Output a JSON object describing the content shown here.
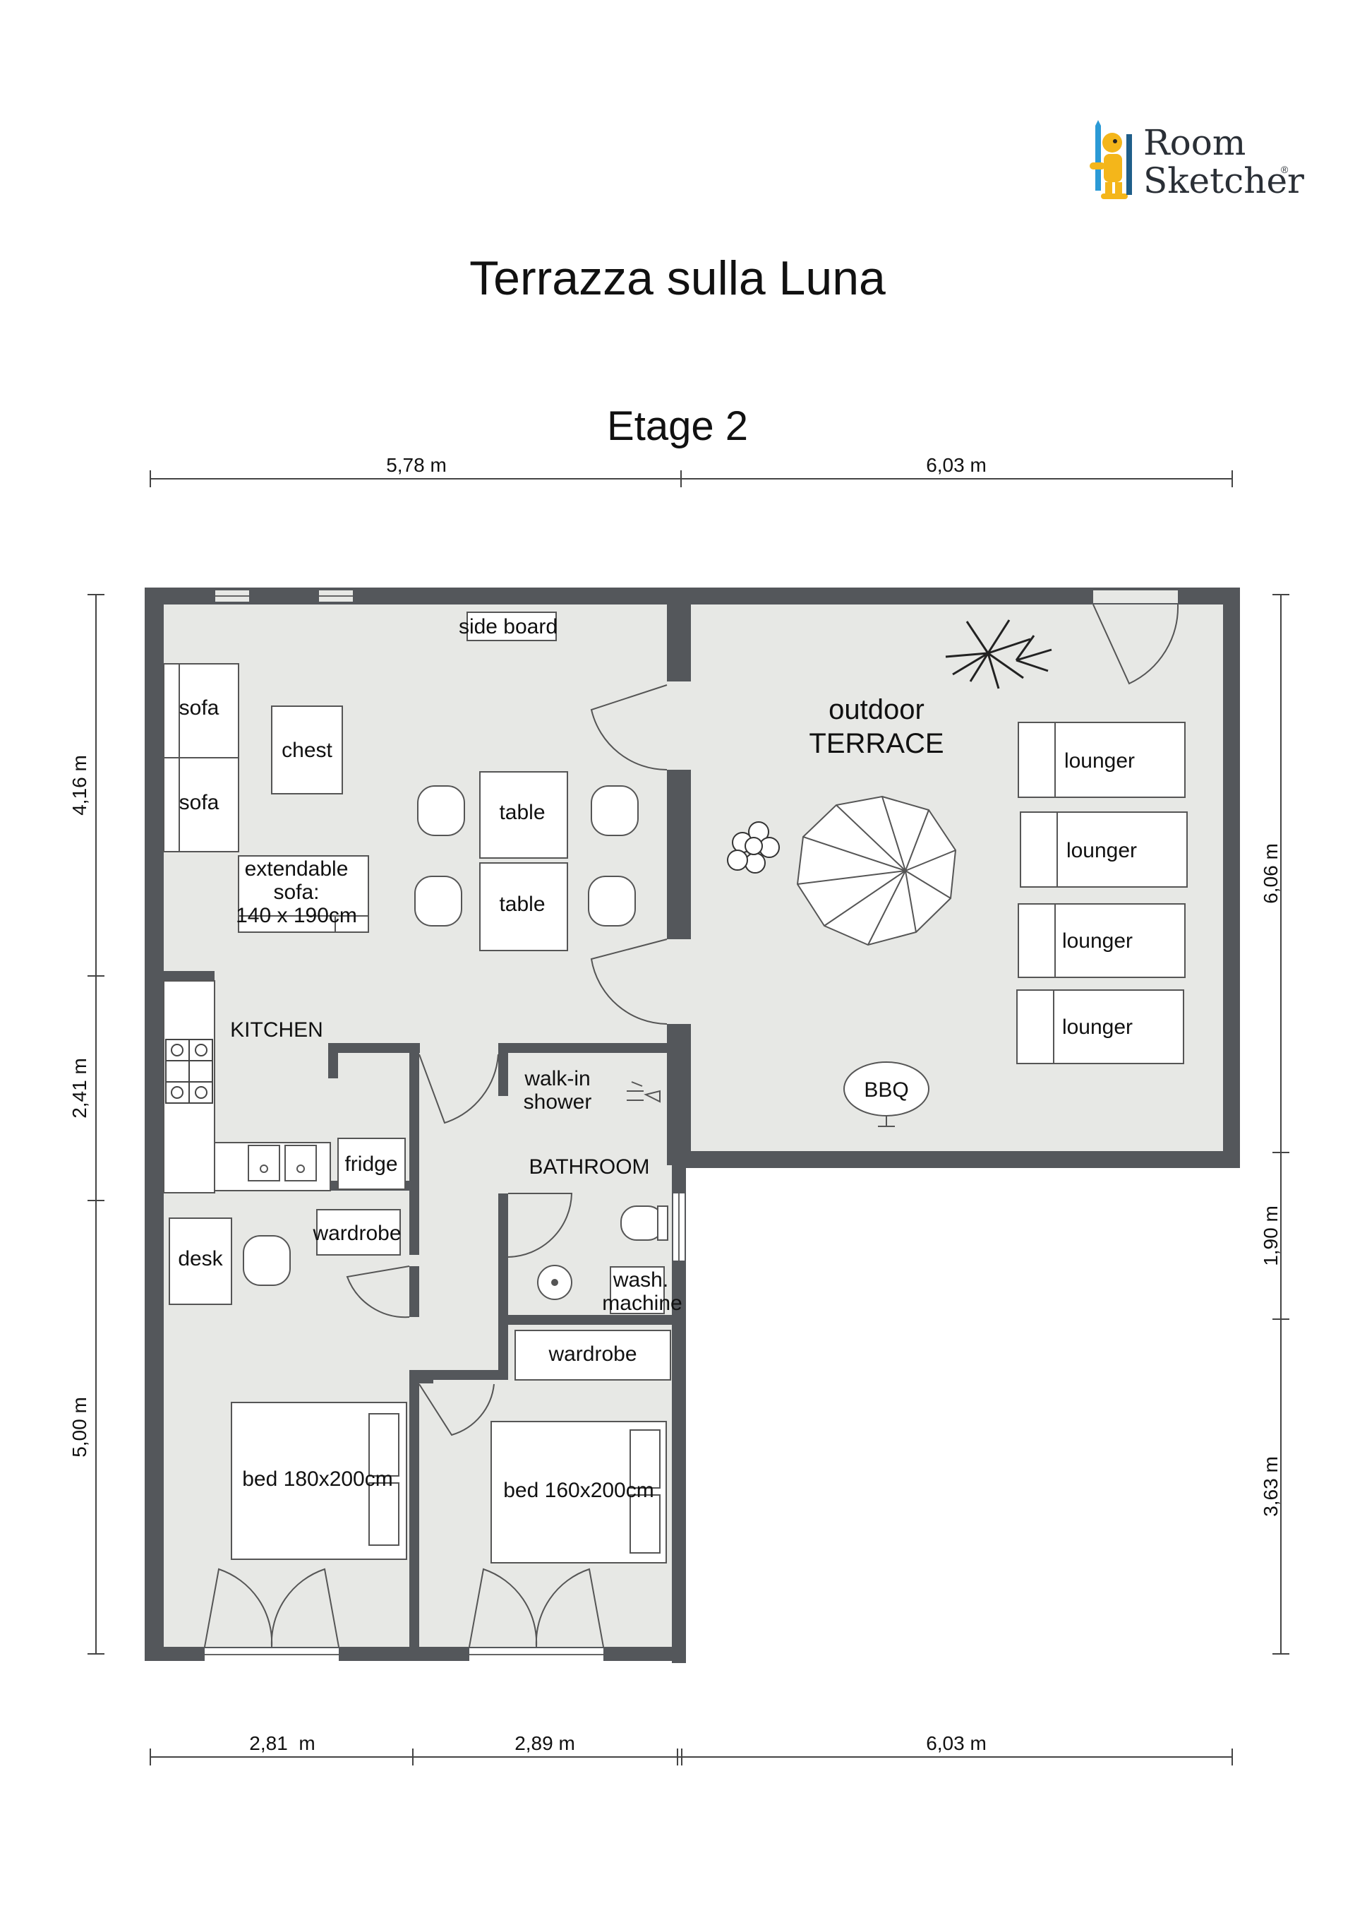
{
  "title": "Terrazza sulla Luna",
  "floor_label": "Etage 2",
  "logo": {
    "line1": "Room",
    "line2": "Sketcher",
    "reg": "®"
  },
  "dimensions": {
    "top": [
      "5,78 m",
      "6,03 m"
    ],
    "bottom": [
      "2,81  m",
      "2,89 m",
      "6,03 m"
    ],
    "left": [
      "4,16 m",
      "2,41 m",
      "5,00 m"
    ],
    "right": [
      "6,06 m",
      "1,90 m",
      "3,63 m"
    ]
  },
  "rooms": {
    "terrace_line1": "outdoor",
    "terrace_line2": "TERRACE",
    "kitchen": "KITCHEN",
    "bathroom": "BATHROOM"
  },
  "furniture": {
    "side_board": "side board",
    "sofa1": "sofa",
    "sofa2": "sofa",
    "chest": "chest",
    "table1": "table",
    "table2": "table",
    "ext_sofa_l1": "extendable",
    "ext_sofa_l2": "sofa:",
    "ext_sofa_l3": "140 x 190cm",
    "lounger1": "lounger",
    "lounger2": "lounger",
    "lounger3": "lounger",
    "lounger4": "lounger",
    "bbq": "BBQ",
    "shower_l1": "walk-in",
    "shower_l2": "shower",
    "fridge": "fridge",
    "wardrobe1": "wardrobe",
    "desk": "desk",
    "wash_l1": "wash.",
    "wash_l2": "machine",
    "wardrobe2": "wardrobe",
    "bed1": "bed 180x200cm",
    "bed2": "bed 160x200cm"
  },
  "colors": {
    "wall": "#54575b",
    "floor": "#e7e8e5",
    "line": "#444444"
  }
}
